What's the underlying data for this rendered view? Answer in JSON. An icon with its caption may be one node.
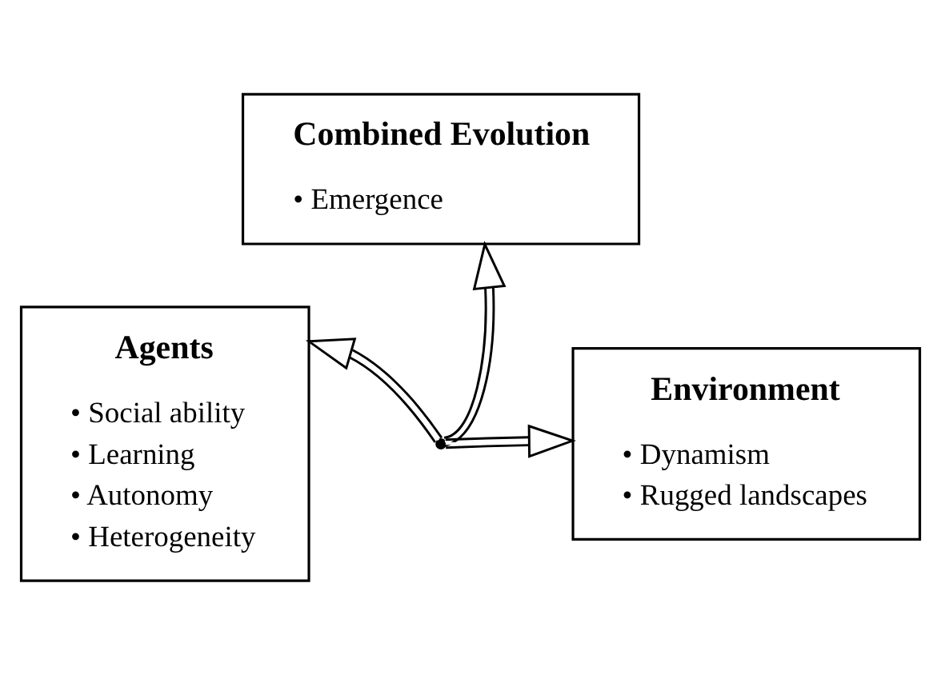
{
  "diagram": {
    "nodes": [
      {
        "text": [
          "Combined Evolution",
          "• Emergence"
        ]
      },
      {
        "text": [],
        "shape": "point"
      },
      {
        "text": [
          "Agents",
          "• Social ability",
          "• Learning",
          "• Autonomy",
          "• Heterogeneity"
        ]
      },
      {
        "text": [
          "Environment",
          "• Dynamism",
          "• Rugged landscapes"
        ]
      }
    ],
    "edges": [
      {
        "from": 1,
        "to": 0,
        "arrow": "to"
      },
      {
        "from": 1,
        "to": 2,
        "arrow": "to"
      },
      {
        "from": 1,
        "to": 3,
        "arrow": "to"
      }
    ]
  }
}
